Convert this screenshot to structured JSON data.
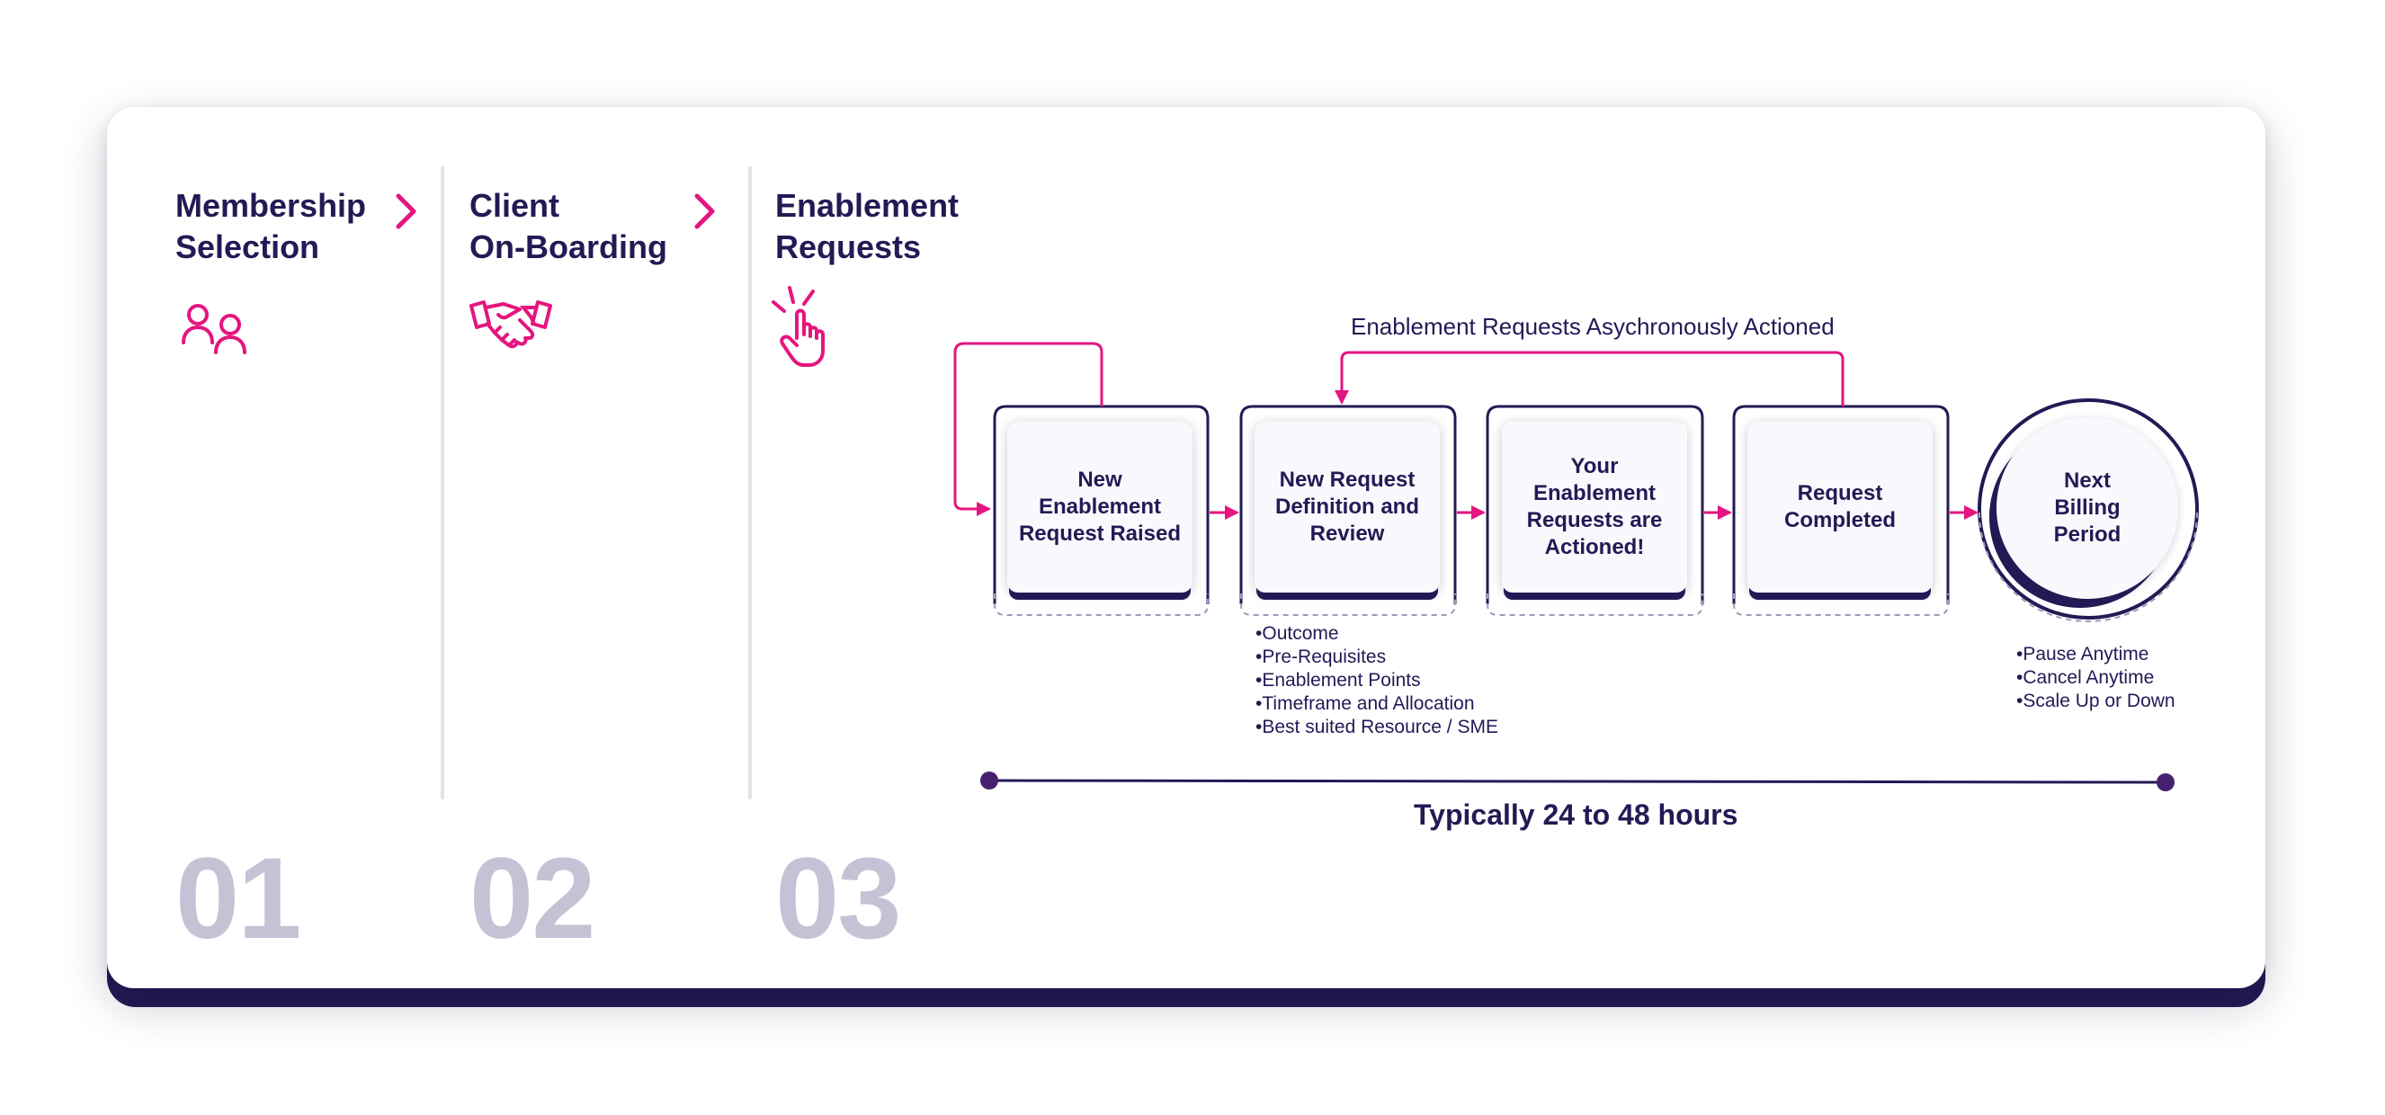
{
  "steps": [
    {
      "title": "Membership\nSelection",
      "number": "01",
      "icon": "people-icon"
    },
    {
      "title": "Client\nOn-Boarding",
      "number": "02",
      "icon": "handshake-icon"
    },
    {
      "title": "Enablement\nRequests",
      "number": "03",
      "icon": "tap-hand-icon"
    }
  ],
  "flow": {
    "loop_label": "Enablement Requests Asychronously Actioned",
    "boxes": [
      {
        "label": "New\nEnablement\nRequest Raised"
      },
      {
        "label": "New Request\nDefinition and\nReview"
      },
      {
        "label": "Your\nEnablement\nRequests are\nActioned!"
      },
      {
        "label": "Request\nCompleted"
      }
    ],
    "circle": {
      "label": "Next\nBilling\nPeriod"
    },
    "review_bullets": [
      "Outcome",
      "Pre-Requisites",
      "Enablement Points",
      "Timeframe and Allocation",
      "Best suited Resource / SME"
    ],
    "billing_bullets": [
      "Pause Anytime",
      "Cancel Anytime",
      "Scale Up or Down"
    ],
    "timeline_label": "Typically 24 to 48 hours"
  },
  "colors": {
    "navy": "#231a55",
    "accent": "#e5157f",
    "number_gray": "#c5c2d6",
    "divider": "#e3e3e7"
  }
}
